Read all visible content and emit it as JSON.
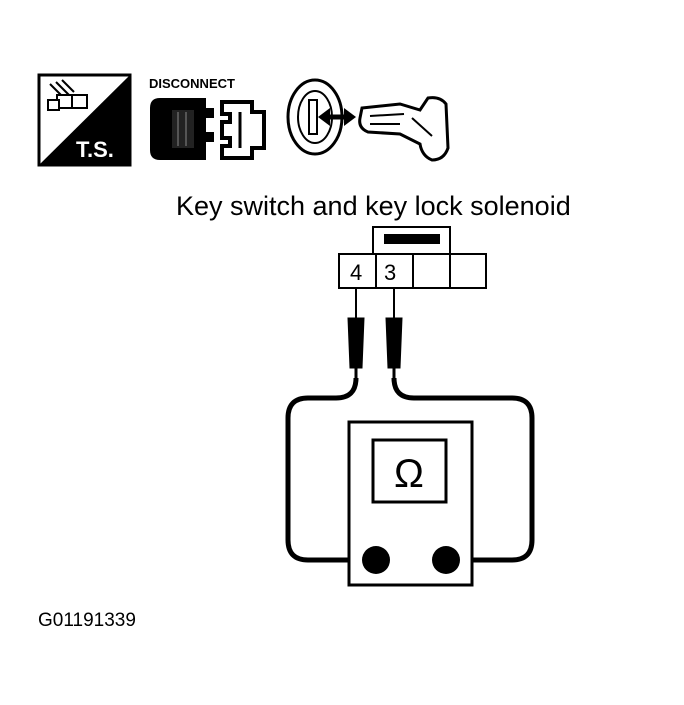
{
  "header_icons": {
    "ts_label": "T.S.",
    "disconnect_label": "DISCONNECT"
  },
  "diagram": {
    "title": "Key switch and key lock solenoid",
    "connector_pins": [
      "4",
      "3"
    ],
    "meter_symbol": "Ω"
  },
  "figure_code": "G01191339"
}
